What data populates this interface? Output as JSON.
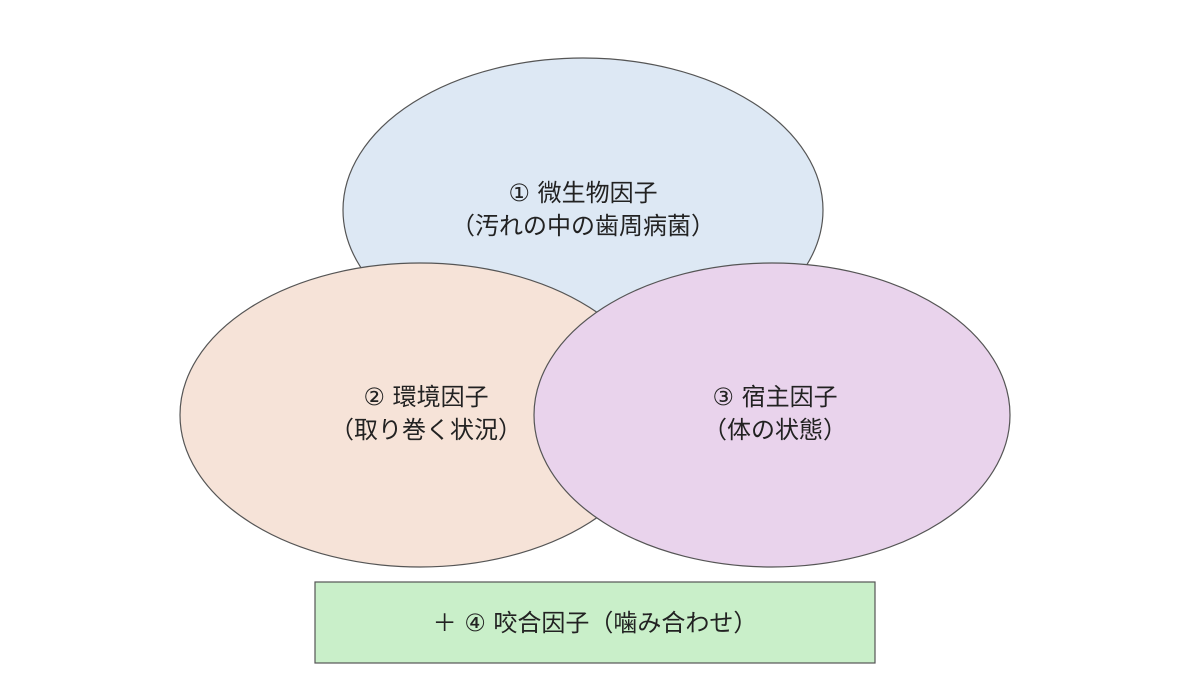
{
  "diagram": {
    "circles": [
      {
        "id": "microbial",
        "line1": "① 微生物因子",
        "line2": "（汚れの中の歯周病菌）",
        "fill": "#dde8f4"
      },
      {
        "id": "environment",
        "line1": "② 環境因子",
        "line2": "（取り巻く状況）",
        "fill": "#f6e3d8"
      },
      {
        "id": "host",
        "line1": "③ 宿主因子",
        "line2": "（体の状態）",
        "fill": "#e9d3ec"
      }
    ],
    "bottom_box": {
      "label": "＋ ④ 咬合因子（噛み合わせ）",
      "fill": "#c9efc9"
    }
  }
}
